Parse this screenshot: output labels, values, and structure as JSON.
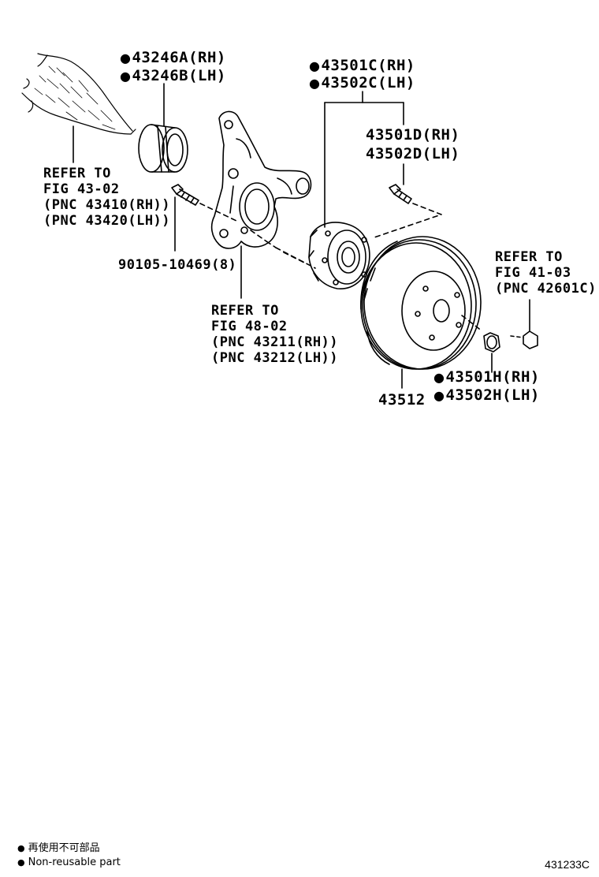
{
  "labels": {
    "seal_rh": "43246A(RH)",
    "seal_lh": "43246B(LH)",
    "hub_c_rh": "43501C(RH)",
    "hub_c_lh": "43502C(LH)",
    "hub_d_rh": "43501D(RH)",
    "hub_d_lh": "43502D(LH)",
    "ref_43_line1": "REFER TO",
    "ref_43_line2": "FIG 43-02",
    "ref_43_line3": "(PNC 43410(RH))",
    "ref_43_line4": "(PNC 43420(LH))",
    "bolt": "90105-10469(8)",
    "ref_48_line1": "REFER TO",
    "ref_48_line2": "FIG 48-02",
    "ref_48_line3": "(PNC 43211(RH))",
    "ref_48_line4": "(PNC 43212(LH))",
    "ref_41_line1": "REFER TO",
    "ref_41_line2": "FIG 41-03",
    "ref_41_line3": "(PNC 42601C)",
    "hub_h_rh": "43501H(RH)",
    "hub_h_lh": "43502H(LH)",
    "disc": "43512"
  },
  "bullet_symbol": "●",
  "legend": {
    "line1": "再使用不可部品",
    "line2": "Non-reusable part"
  },
  "figure_number": "431233C"
}
